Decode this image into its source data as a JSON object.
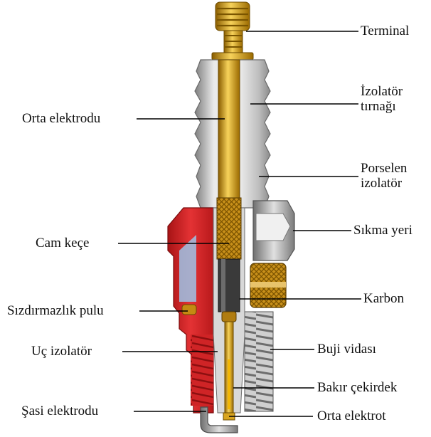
{
  "labels": {
    "terminal": "Terminal",
    "izolator_tirnagi_1": "İzolatör",
    "izolator_tirnagi_2": "tırnağı",
    "porselen_izolator_1": "Porselen",
    "porselen_izolator_2": "izolatör",
    "sikma_yeri": "Sıkma yeri",
    "karbon": "Karbon",
    "buji_vidasi": "Buji vidası",
    "bakir_cekirdek": "Bakır çekirdek",
    "orta_elektrot": "Orta elektrot",
    "orta_elektrodu": "Orta elektrodu",
    "cam_kece": "Cam keçe",
    "sizdirmazlik_pulu": "Sızdırmazlık pulu",
    "uc_izolator": "Uç izolatör",
    "sasi_elektrodu": "Şasi elektrodu"
  },
  "colors": {
    "shell_red": "#d4282a",
    "porcelain_light": "#e6e6e6",
    "porcelain_shadow": "#9a9a9a",
    "metal_gray": "#b9b9b9",
    "electrode_gold": "#d9a520",
    "copper_core": "#f2b705",
    "carbon_dark": "#3a3a3a",
    "blue_gap": "#9cc3e6"
  }
}
